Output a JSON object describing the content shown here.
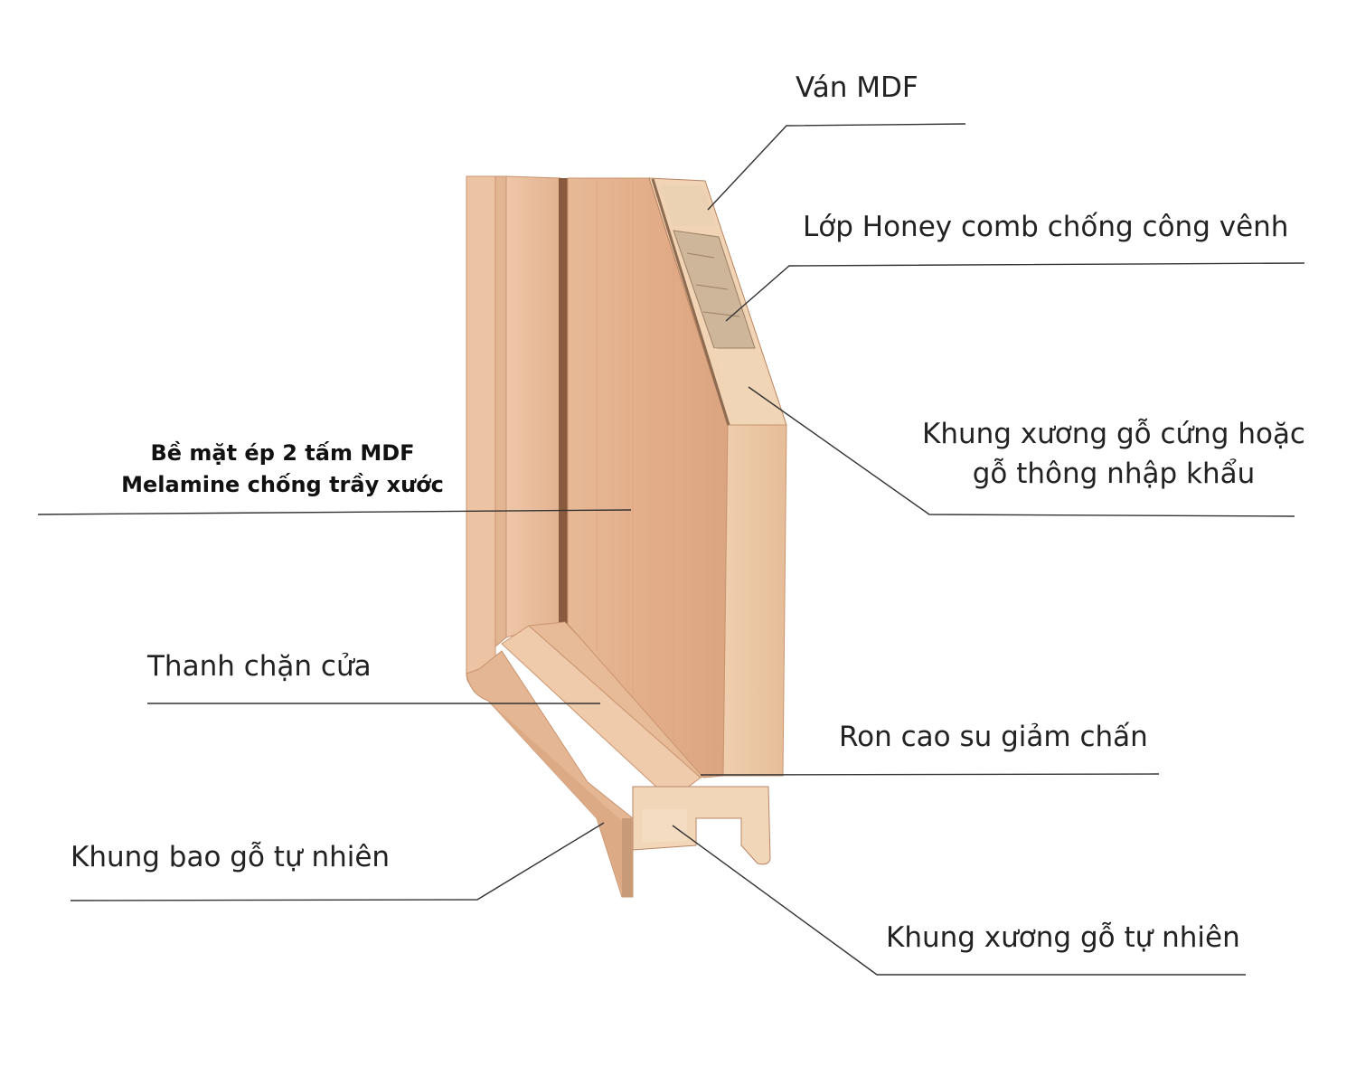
{
  "labels": {
    "van_mdf": "Ván MDF",
    "honeycomb": "Lớp Honey comb chống công  vênh",
    "khung_xuong_cung_line1": "Khung xương gỗ cứng hoặc",
    "khung_xuong_cung_line2": "gỗ thông nhập khẩu",
    "be_mat_line1": "Bề mặt ép 2 tấm MDF",
    "be_mat_line2": "Melamine chống trầy xước",
    "thanh_chan": "Thanh chặn cửa",
    "ron_cao_su": "Ron cao su giảm chấn",
    "khung_bao": "Khung bao gỗ tự nhiên",
    "khung_xuong_tu_nhien": "Khung xương gỗ tự nhiên"
  },
  "colors": {
    "wood_face": "#e2b08e",
    "wood_light": "#ecc6a6",
    "wood_edge": "#f0d6b8",
    "wood_dark": "#c98e6a",
    "honeycomb": "#cdbaa0",
    "leader": "#333333"
  }
}
